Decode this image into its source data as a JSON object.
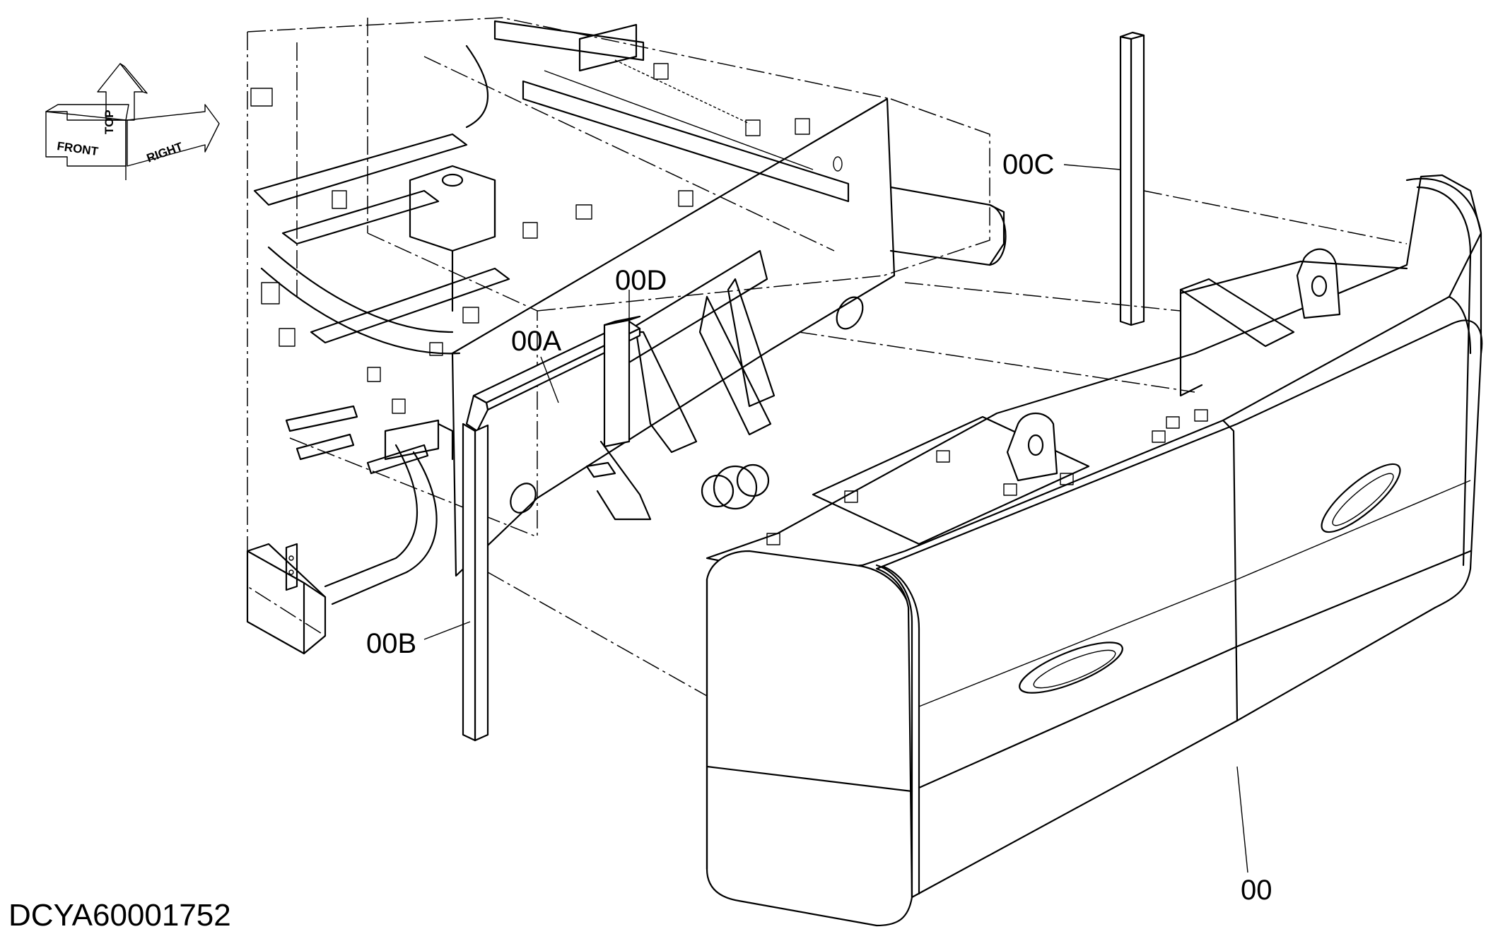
{
  "drawing_code": "DCYA60001752",
  "callouts": {
    "counterweight": "00",
    "part_a": "00A",
    "part_b": "00B",
    "part_c": "00C",
    "part_d": "00D"
  },
  "orientation": {
    "front": "FRONT",
    "top": "TOP",
    "right": "RIGHT"
  }
}
